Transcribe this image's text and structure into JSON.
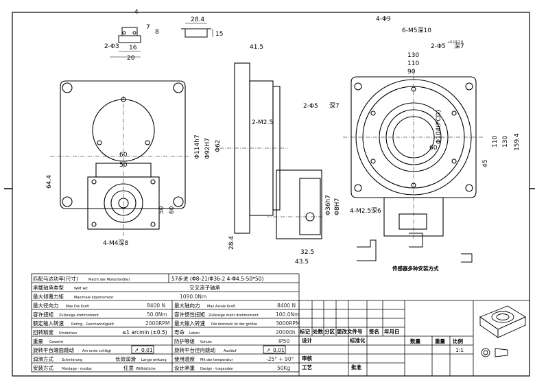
{
  "spec": {
    "motor": {
      "label_cn": "匹配马达功率(尺寸)",
      "label_en": "Macht der Motor(Größe)",
      "value": "57步进 (Φ8-21/Φ36-2 4-Φ4.5-50*50)"
    },
    "bearing": {
      "label_cn": "承载轴承类型",
      "label_en": "WRT Art",
      "value": "交叉滚子轴承"
    },
    "tilt_moment": {
      "label_cn": "最大倾覆力矩",
      "label_en": "Maximale kippmoment",
      "value": "1090.0Nm"
    },
    "radial_force": {
      "label_cn": "最大径向力",
      "label_en": "Max Die Kraft",
      "value": "8400 N"
    },
    "axial_force": {
      "label_cn": "最大轴向力",
      "label_en": "Max Axiale Kraft",
      "value": "8400 N"
    },
    "allow_torque": {
      "label_cn": "容许扭矩",
      "label_en": "Zulässige drehmoment",
      "value": "50.0Nm"
    },
    "allow_inertia": {
      "label_cn": "容许惯性扭矩",
      "label_en": "Zulässige mehr drehmoment",
      "value": "100.0Nm"
    },
    "rated_speed": {
      "label_cn": "额定输入转速",
      "label_en": "Rating - Geschwindigkeit",
      "value": "2000RPM"
    },
    "max_speed": {
      "label_cn": "最大输入转速",
      "label_en": "Die drehzahl ist der größte",
      "value": "3000RPM"
    },
    "backlash": {
      "label_cn": "回转精度",
      "label_en": "Umdrehen",
      "value": "≤1 arcmin (±0.5)"
    },
    "life": {
      "label_cn": "寿命",
      "label_en": "Leben",
      "value": "20000h"
    },
    "weight": {
      "label_cn": "重量",
      "label_en": "Gewicht",
      "value": ""
    },
    "protection": {
      "label_cn": "防护等级",
      "label_en": "Schutz",
      "value": "IP50"
    },
    "face_runout": {
      "label_cn": "旋转平台端面跳动",
      "label_en": "Am ende schlägt",
      "value": "0.01"
    },
    "radial_runout": {
      "label_cn": "旋转平台径向跳动",
      "label_en": "Ausläuf",
      "value": "0.01"
    },
    "lube": {
      "label_cn": "润滑方式",
      "label_en": "Schmierung",
      "value": "长效润滑",
      "value_en": "Lange wirkung"
    },
    "temp": {
      "label_cn": "使用温度",
      "label_en": "Mit der temperatur",
      "value": "-25° + 90°"
    },
    "mount": {
      "label_cn": "安装方式",
      "label_en": "Montage - modus",
      "value": "任意",
      "value_en": "Willkürliche"
    },
    "design_load": {
      "label_cn": "设计承重",
      "label_en": "Design - tragenden",
      "value": "50Kg"
    }
  },
  "titleblock": {
    "mark": "标记",
    "count": "处数",
    "zone": "分区",
    "change_doc": "更改文件号",
    "sign": "签名",
    "date": "年月日",
    "design": "设计",
    "std": "标准化",
    "review": "审核",
    "craft": "工艺",
    "approve": "批准",
    "qty": "数量",
    "weight": "重量",
    "scale": "比例",
    "scale_val": "1:1"
  },
  "dims": {
    "d4": "4",
    "d7": "7",
    "d8": "8",
    "d284": "28.4",
    "d15": "15",
    "d2phi3": "2-Φ3",
    "d16": "16",
    "d20": "20",
    "d415": "41.5",
    "d2m25": "2-M2.5",
    "d114": "Φ114h7",
    "d92": "Φ92H7",
    "d62": "Φ62",
    "d60": "60",
    "d50": "50",
    "d644": "64.4",
    "d50v": "50",
    "d60v": "60",
    "d4m4": "4-M4深8",
    "d361": "Φ36h7",
    "d8h": "Φ8H7",
    "d4m25": "4-M2.5深6",
    "d284b": "28.4",
    "d325": "32.5",
    "d435": "43.5",
    "d4phi9": "4-Φ9",
    "d6m5": "6-M5深10",
    "d2phi5": "2-Φ5",
    "tol": "+0.012 0",
    "deep7": "深7",
    "d2phi5b": "2-Φ5",
    "deep7b": "深7",
    "d130": "130",
    "d110": "110",
    "d90": "90",
    "d104": "Φ104(PCD)",
    "d60h": "60",
    "d45": "45",
    "d110v": "110",
    "d130v": "130",
    "d1594": "159.4",
    "note": "传感器多种安装方式"
  }
}
